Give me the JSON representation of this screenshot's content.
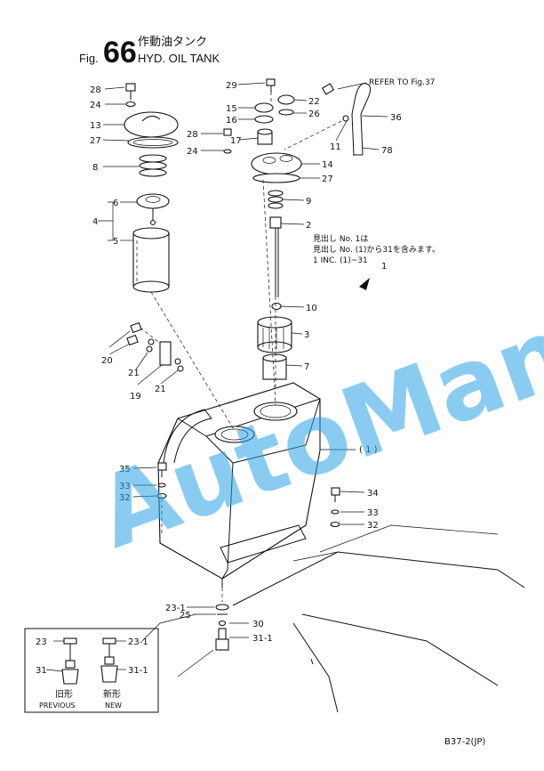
{
  "header": {
    "fig_prefix": "Fig.",
    "fig_number": "66",
    "title_jp": "作動油タンク",
    "title_en": "HYD. OIL TANK"
  },
  "reference_note": "REFER TO Fig.37",
  "assembly_note": {
    "line1": "見出し No. 1は",
    "line2": "見出し No. (1)から31を含みます。",
    "line3": "1 INC. (1)~31",
    "pointer": "1"
  },
  "tank_label": "( 1 )",
  "labels": {
    "l28a": "28",
    "l24a": "24",
    "l13": "13",
    "l27a": "27",
    "l8": "8",
    "l4": "4",
    "l6": "6",
    "l5": "5",
    "l29": "29",
    "l15": "15",
    "l16": "16",
    "l28b": "28",
    "l17": "17",
    "l24b": "24",
    "l22": "22",
    "l26": "26",
    "l14": "14",
    "l27b": "27",
    "l9": "9",
    "l2": "2",
    "l36": "36",
    "l11": "11",
    "l78": "78",
    "l10": "10",
    "l3": "3",
    "l7": "7",
    "l20": "20",
    "l21a": "21",
    "l19": "19",
    "l21b": "21",
    "l35": "35",
    "l33a": "33",
    "l32a": "32",
    "l34": "34",
    "l33b": "33",
    "l32b": "32",
    "l23_1": "23-1",
    "l25": "25",
    "l30": "30",
    "l31_1": "31-1"
  },
  "inset": {
    "previous": {
      "l23": "23",
      "l31": "31",
      "caption_jp": "旧形",
      "caption_en": "PREVIOUS"
    },
    "new": {
      "l23_1": "23-1",
      "l31_1": "31-1",
      "caption_jp": "新形",
      "caption_en": "NEW"
    }
  },
  "page_code": "B37-2(JP)",
  "watermark": "AutoManual",
  "colors": {
    "line": "#111111",
    "watermark": "#29a3e6"
  }
}
